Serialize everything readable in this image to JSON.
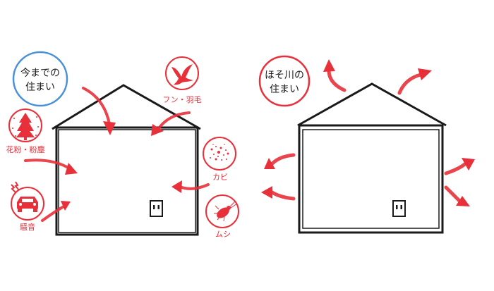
{
  "colors": {
    "accent_red": "#e8303a",
    "blue_ring": "#4a90d9",
    "red_ring": "#e8303a",
    "line": "#1a1a1a",
    "background": "#ffffff"
  },
  "left_panel": {
    "caption_line1": "今までの",
    "caption_line2": "住まい",
    "threats": [
      {
        "label": "フン・羽毛",
        "icon": "bird-icon"
      },
      {
        "label": "花粉・粉塵",
        "icon": "tree-icon"
      },
      {
        "label": "カビ",
        "icon": "mold-icon"
      },
      {
        "label": "騒音",
        "icon": "car-noise-icon"
      },
      {
        "label": "ムシ",
        "icon": "cockroach-icon"
      }
    ]
  },
  "right_panel": {
    "caption_line1": "ほそ川の",
    "caption_line2": "住まい"
  }
}
